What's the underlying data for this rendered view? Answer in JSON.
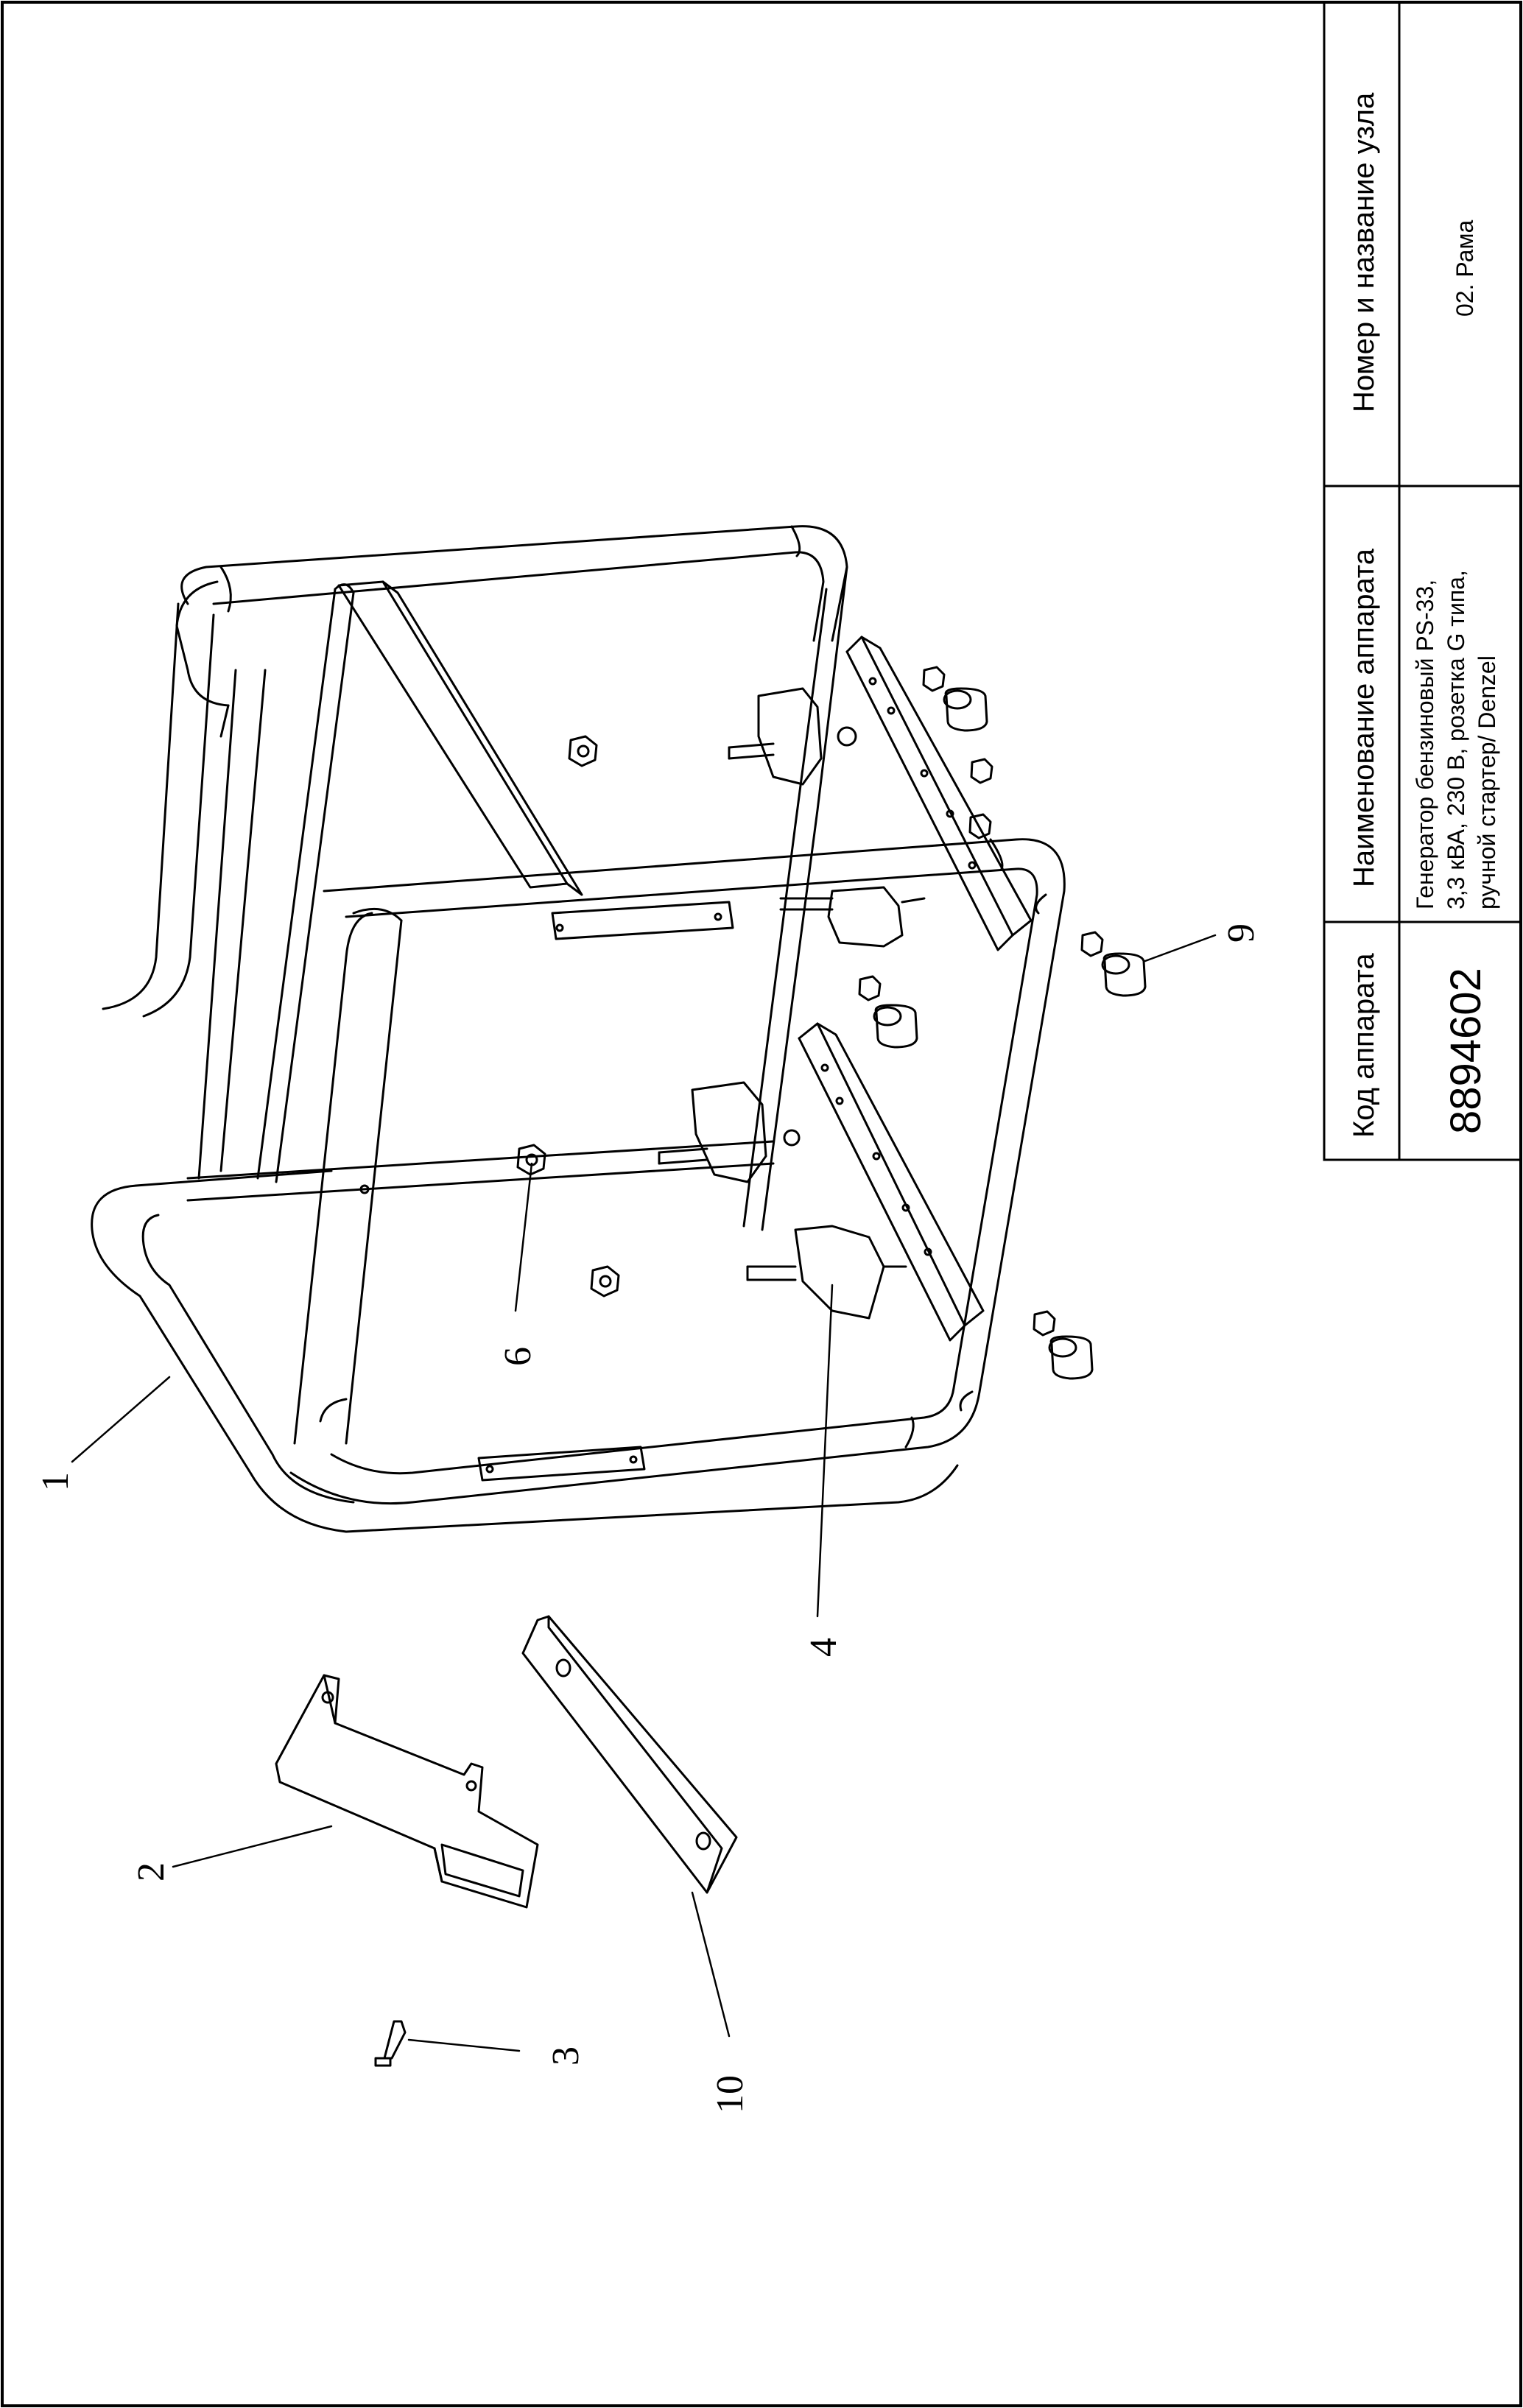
{
  "title_block": {
    "code_header": "Код аппарата",
    "code_value": "8894602",
    "device_header": "Наименование аппарата",
    "device_line1": "Генератор бензиновый PS-33,",
    "device_line2": "3,3 кВА, 230 В, розетка G типа,",
    "device_line3": "ручной стартер/ Denzel",
    "unit_header": "Номер и название узла",
    "unit_value": "02. Рама"
  },
  "callouts": [
    {
      "id": "1",
      "label": "1"
    },
    {
      "id": "2",
      "label": "2"
    },
    {
      "id": "3",
      "label": "3"
    },
    {
      "id": "4",
      "label": "4"
    },
    {
      "id": "6",
      "label": "6"
    },
    {
      "id": "9",
      "label": "9"
    },
    {
      "id": "10",
      "label": "10"
    }
  ]
}
